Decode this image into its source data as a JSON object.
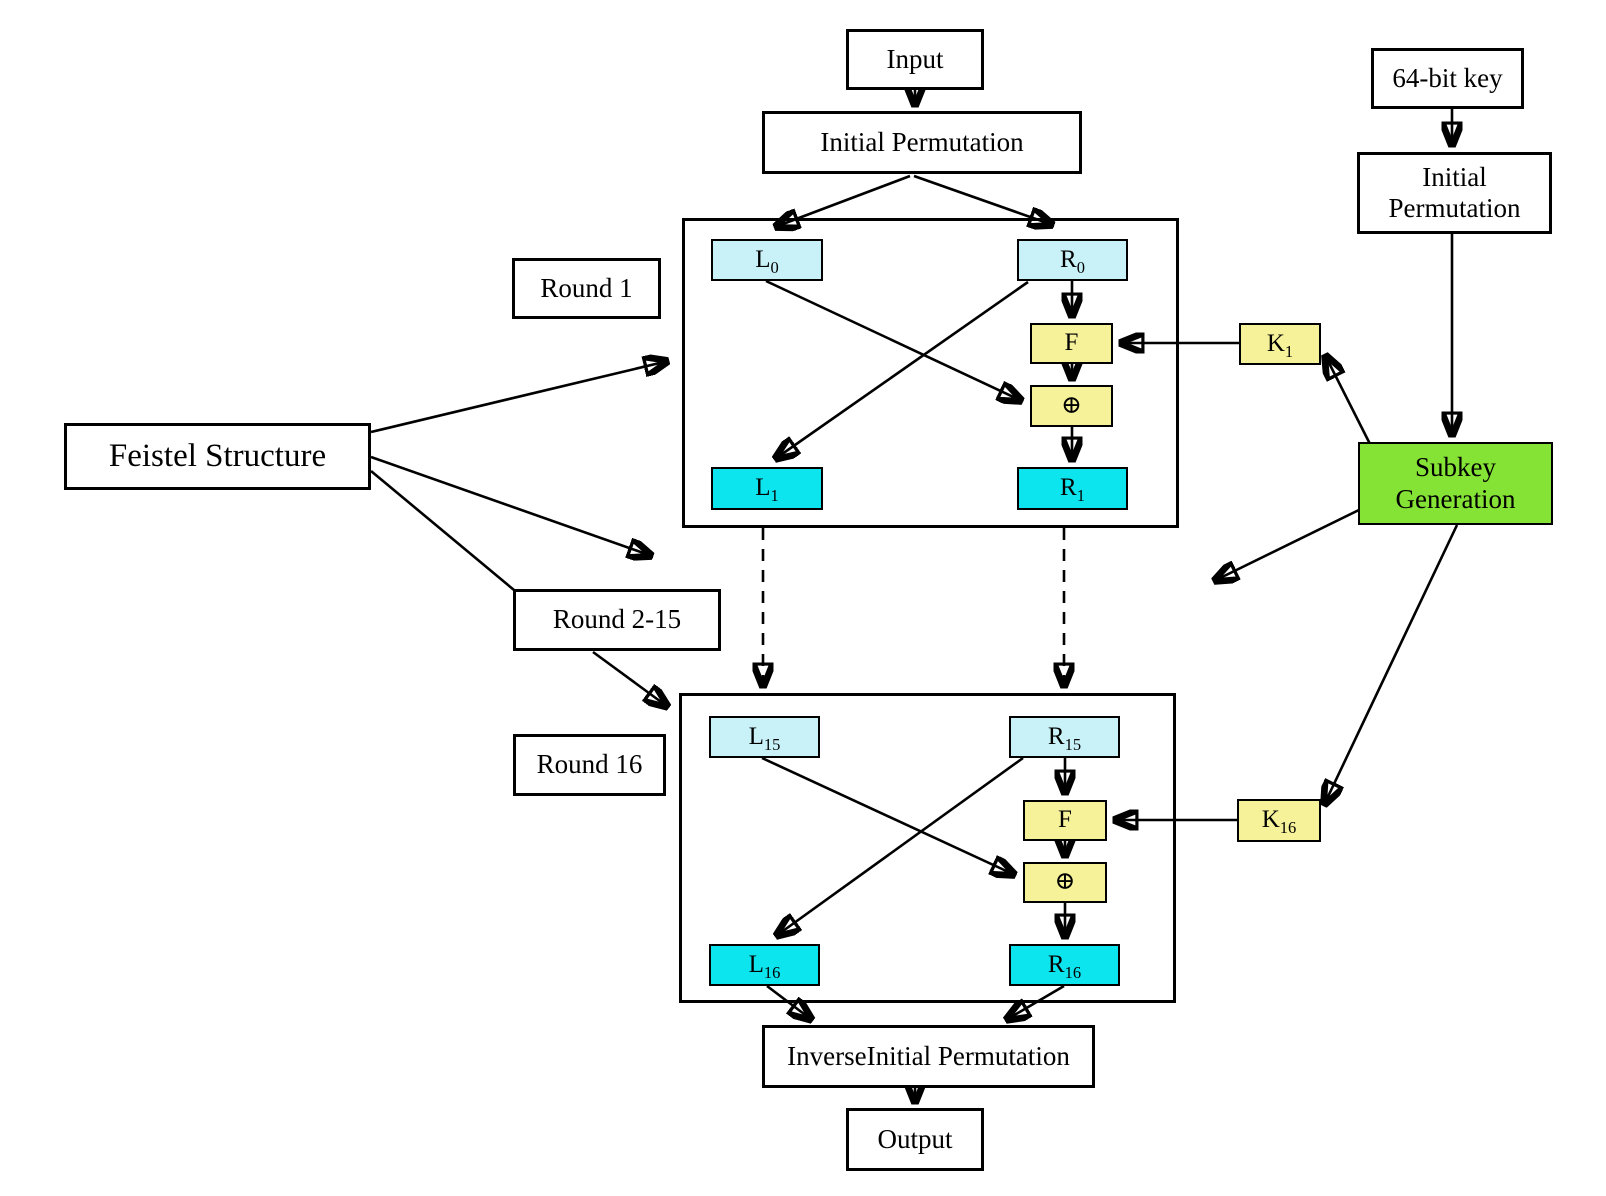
{
  "diagram": {
    "nodes": {
      "input": "Input",
      "initial_permutation": "Initial Permutation",
      "feistel_structure": "Feistel Structure",
      "round1_label": "Round 1",
      "round2_15_label": "Round 2-15",
      "round16_label": "Round 16",
      "inverse_initial_permutation": "InverseInitial Permutation",
      "output": "Output",
      "key_64bit": "64-bit key",
      "key_initial_permutation": {
        "line1": "Initial",
        "line2": "Permutation"
      },
      "subkey_generation": {
        "line1": "Subkey",
        "line2": "Generation"
      }
    },
    "round1": {
      "left_in": {
        "base": "L",
        "sub": "0"
      },
      "right_in": {
        "base": "R",
        "sub": "0"
      },
      "f_function": "F",
      "xor": "⊕",
      "left_out": {
        "base": "L",
        "sub": "1"
      },
      "right_out": {
        "base": "R",
        "sub": "1"
      },
      "subkey": {
        "base": "K",
        "sub": "1"
      }
    },
    "round16": {
      "left_in": {
        "base": "L",
        "sub": "15"
      },
      "right_in": {
        "base": "R",
        "sub": "15"
      },
      "f_function": "F",
      "xor": "⊕",
      "left_out": {
        "base": "L",
        "sub": "16"
      },
      "right_out": {
        "base": "R",
        "sub": "16"
      },
      "subkey": {
        "base": "K",
        "sub": "16"
      }
    },
    "colors": {
      "half_block_in": "#c9f2f8",
      "half_block_out": "#0ce4ee",
      "function_key": "#f6f29a",
      "subkey_generation": "#85e335",
      "plain_box": "#ffffff",
      "line": "#000000"
    }
  }
}
